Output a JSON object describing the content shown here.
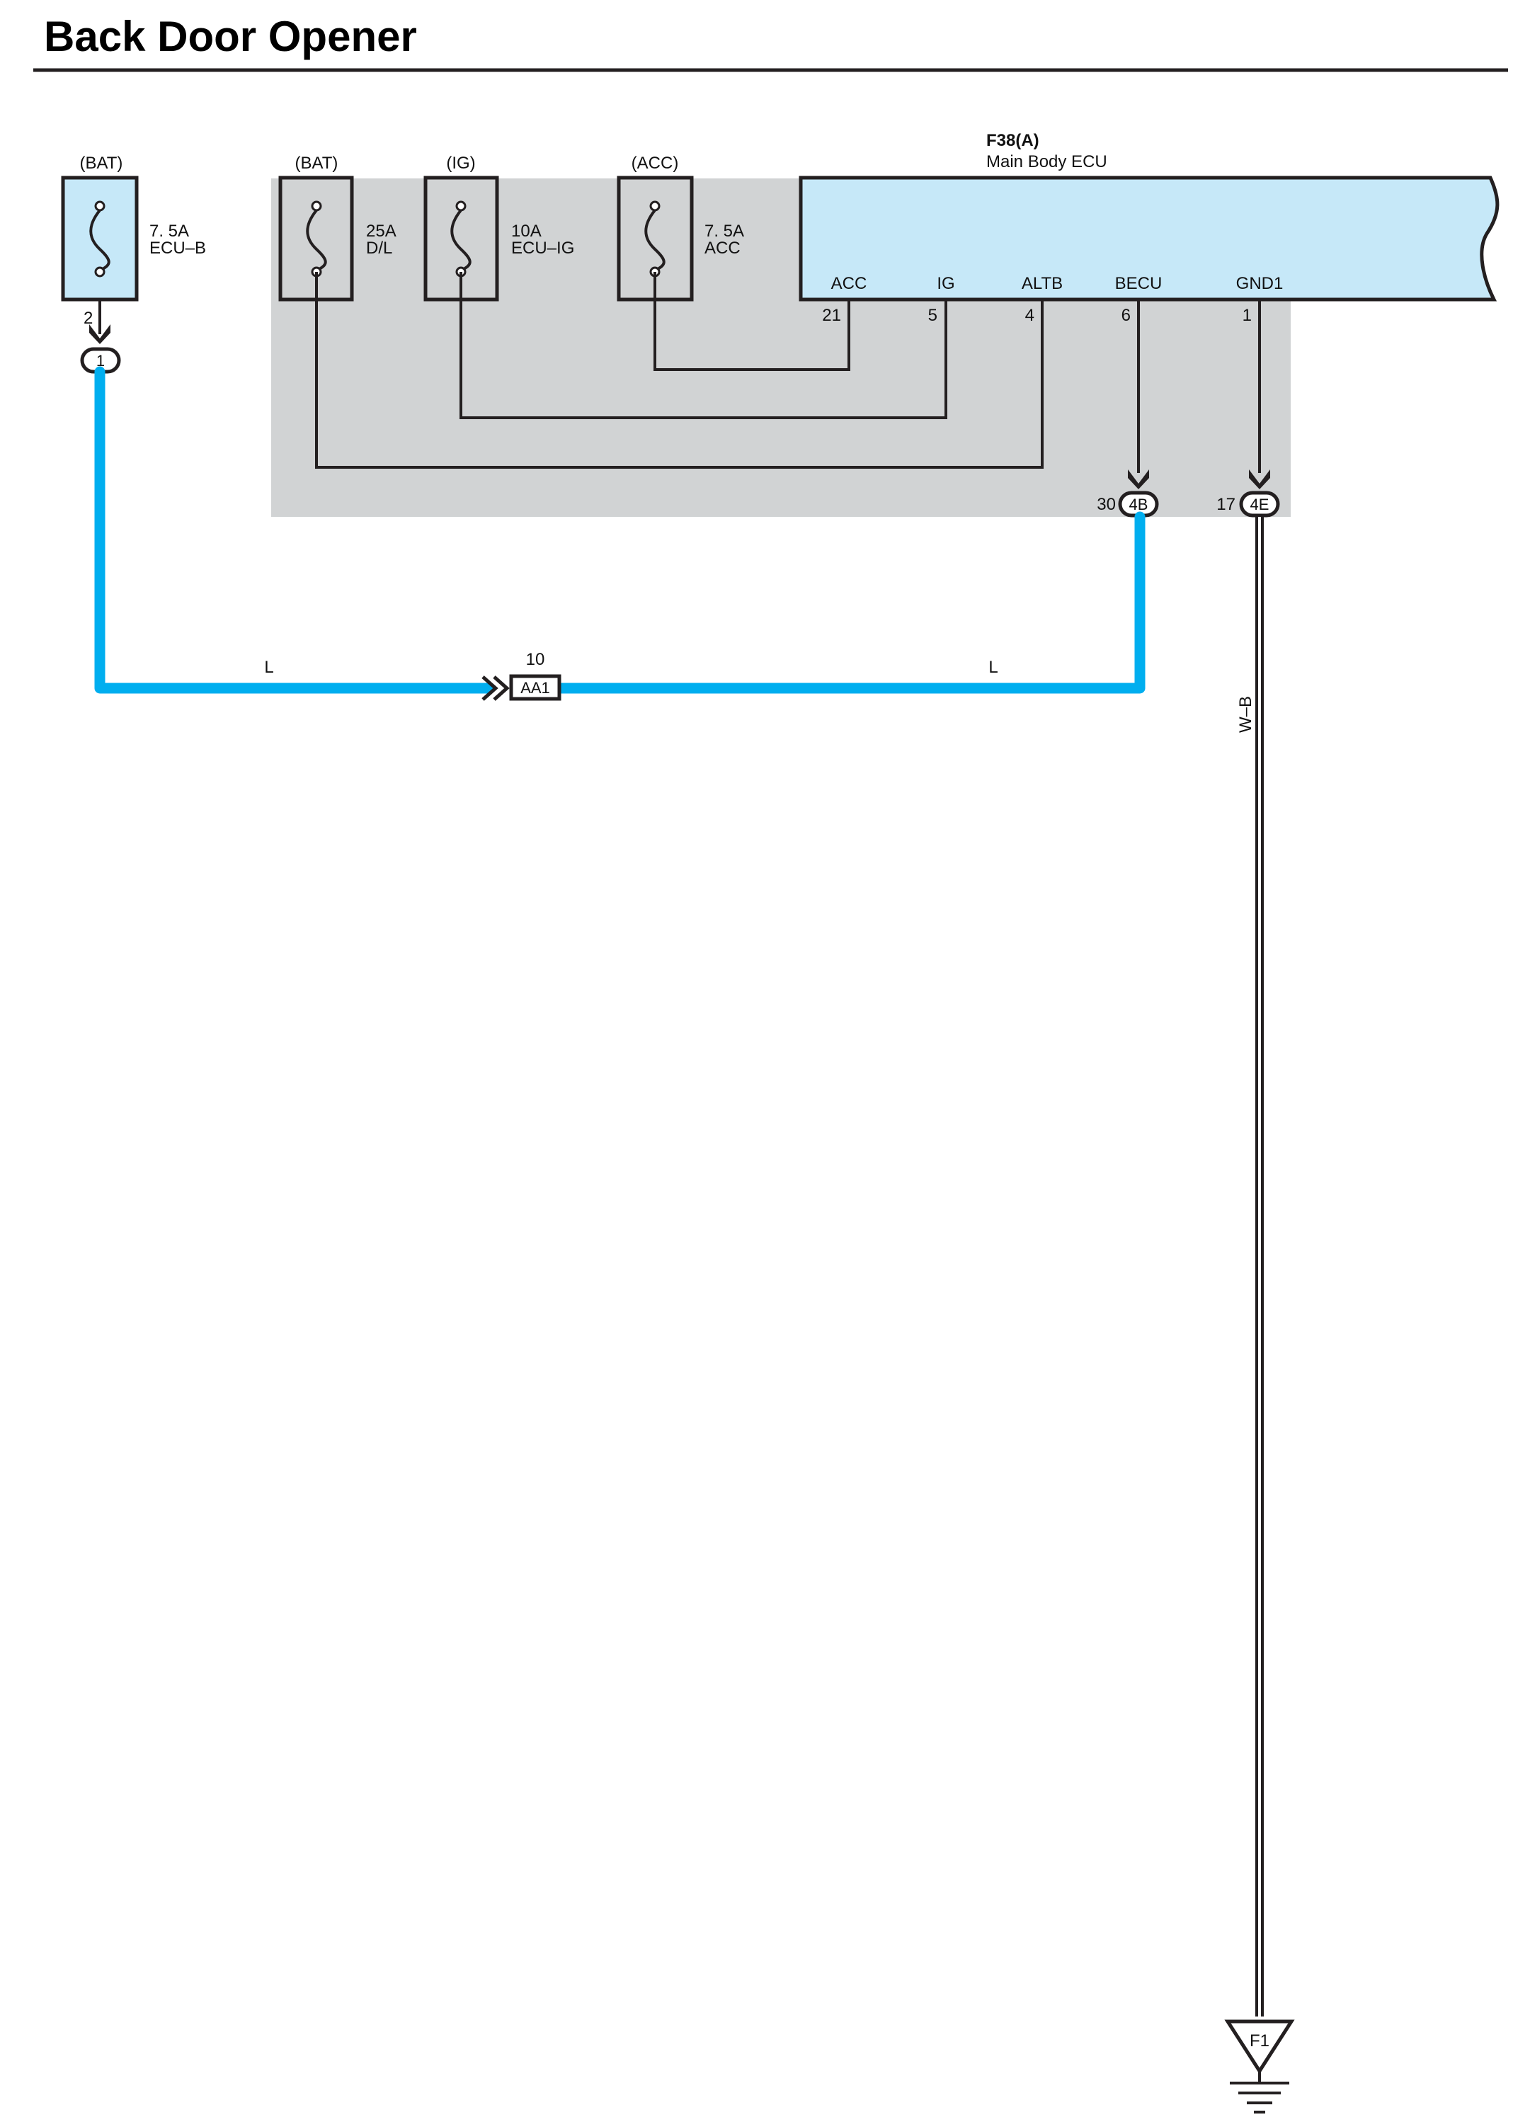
{
  "title": "Back Door Opener",
  "fuses": {
    "ecu_b": {
      "supply": "(BAT)",
      "rating": "7. 5A",
      "name": "ECU–B",
      "pin": "2",
      "connector": "1"
    },
    "dl": {
      "supply": "(BAT)",
      "rating": "25A",
      "name": "D/L"
    },
    "ecu_ig": {
      "supply": "(IG)",
      "rating": "10A",
      "name": "ECU–IG"
    },
    "acc": {
      "supply": "(ACC)",
      "rating": "7. 5A",
      "name": "ACC"
    }
  },
  "ecu": {
    "code": "F38(A)",
    "name": "Main Body ECU",
    "terminals": [
      {
        "name": "ACC",
        "pin": "21"
      },
      {
        "name": "IG",
        "pin": "5"
      },
      {
        "name": "ALTB",
        "pin": "4"
      },
      {
        "name": "BECU",
        "pin": "6"
      },
      {
        "name": "GND1",
        "pin": "1"
      }
    ]
  },
  "connectors": {
    "becu": {
      "pin": "30",
      "id": "4B"
    },
    "gnd": {
      "pin": "17",
      "id": "4E"
    },
    "junction": {
      "pin": "10",
      "id": "AA1"
    }
  },
  "wires": {
    "left_color": "L",
    "right_color": "L",
    "ground_color": "W–B"
  },
  "ground": {
    "id": "F1"
  },
  "colors": {
    "wire_blue": "#00aeef",
    "component_fill": "#c6e8f8",
    "shaded_area": "#d1d3d4",
    "line": "#231f20"
  }
}
